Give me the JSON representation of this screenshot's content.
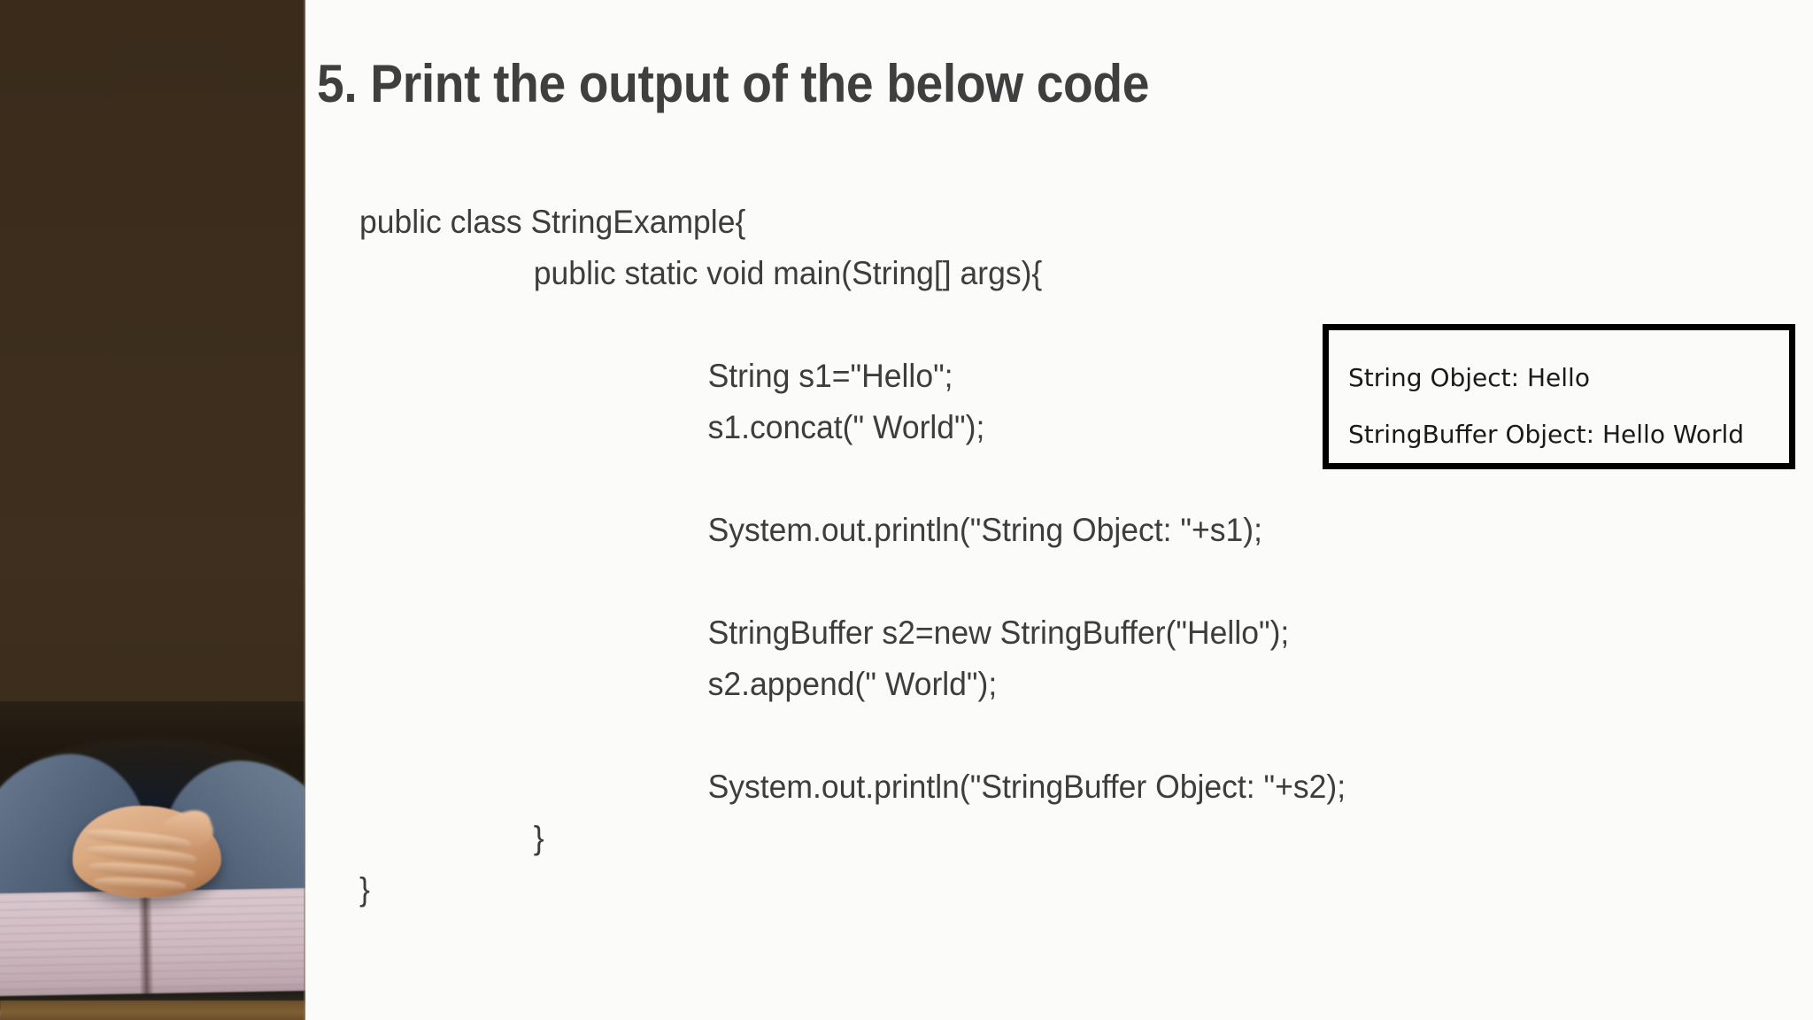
{
  "slide": {
    "title": "5. Print the output of the below code",
    "background_color": "#fbfbf9",
    "title_color": "#3f3f3f",
    "sidebar_color": "#3b2c1c"
  },
  "sidebar": {
    "image_alt": "Clasped hands resting on an open book on a wooden table, dark brown background"
  },
  "code": {
    "language": "java",
    "lines": [
      {
        "indent": 0,
        "text": "public class StringExample{"
      },
      {
        "indent": 1,
        "text": "public static void main(String[] args){"
      },
      {
        "indent": 2,
        "text": ""
      },
      {
        "indent": 2,
        "text": "String s1=\"Hello\";"
      },
      {
        "indent": 2,
        "text": "s1.concat(\" World\");"
      },
      {
        "indent": 2,
        "text": ""
      },
      {
        "indent": 2,
        "text": "System.out.println(\"String Object: \"+s1);"
      },
      {
        "indent": 2,
        "text": ""
      },
      {
        "indent": 2,
        "text": "StringBuffer s2=new StringBuffer(\"Hello\");"
      },
      {
        "indent": 2,
        "text": "s2.append(\" World\");"
      },
      {
        "indent": 2,
        "text": ""
      },
      {
        "indent": 2,
        "text": "System.out.println(\"StringBuffer Object: \"+s2);"
      },
      {
        "indent": 1,
        "text": "}"
      },
      {
        "indent": 0,
        "text": "}"
      }
    ]
  },
  "output_box": {
    "border_color": "#000000",
    "lines": [
      "String Object: Hello",
      "StringBuffer Object: Hello World"
    ]
  }
}
